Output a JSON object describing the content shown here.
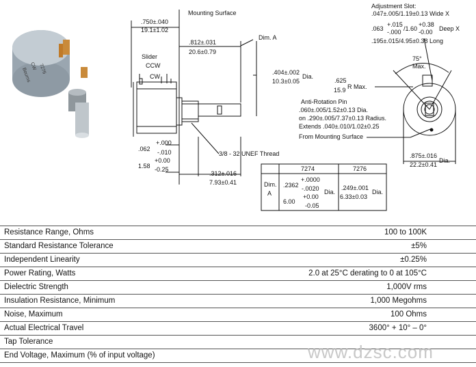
{
  "drawing": {
    "dim_750": ".750±.040",
    "dim_19": "19.1±1.02",
    "mounting_surface": "Mounting Surface",
    "dim_812": ".812±.031",
    "dim_206": "20.6±0.79",
    "dim_a": "Dim. A",
    "slider": "Slider",
    "ccw": "CCW",
    "cw": "CW",
    "dim_404": ".404±.002",
    "dim_103": "10.3±0.05",
    "dia": "Dia.",
    "dim_062": ".062",
    "tol_000": "+.000",
    "tol_010": "-.010",
    "dim_158": "1.58",
    "tol_000b": "+0.00",
    "tol_025": "-0.25",
    "thread": "3/8 - 32 UNEF Thread",
    "dim_312": ".312±.016",
    "dim_793": "7.93±0.41",
    "adj_slot": "Adjustment Slot:",
    "adj_line1": ".047±.005/1.19±0.13 Wide X",
    "adj_063": ".063",
    "adj_015": "+.015",
    "adj_000": "-.000",
    "adj_160": "/1.60",
    "adj_038": "+0.38",
    "adj_000b": "-0.00",
    "deep_x": "Deep X",
    "adj_line3": ".195±.015/4.95±0.38 Long",
    "angle": "75°",
    "max": "Max.",
    "r625": ".625",
    "r159": "15.9",
    "rmax": "R Max.",
    "arp_title": "Anti-Rotation Pin",
    "arp_line1": ".060±.005/1.52±0.13 Dia.",
    "arp_line2": "on .290±.005/7.37±0.13 Radius.",
    "arp_line3": "Extends .040±.010/1.02±0.25",
    "arp_line4": "From Mounting Surface",
    "dim_875": ".875±.016",
    "dim_222": "22.2±0.41",
    "table": {
      "col1": "7274",
      "col2": "7276",
      "rowlabel1": "Dim.",
      "rowlabel2": "A",
      "v1_main": ".2362",
      "v1_tp": "+.0000",
      "v1_tm": "-.0020",
      "v1_mm": "6.00",
      "v1_mtp": "+0.00",
      "v1_mtm": "-0.05",
      "v2_a": ".249±.001",
      "v2_b": "6.33±0.03",
      "dia": "Dia."
    },
    "pot_text1": "CW",
    "pot_text2": "7276",
    "pot_text3": "Bourns"
  },
  "specs": [
    {
      "name": "Resistance Range, Ohms",
      "value": "100 to 100K"
    },
    {
      "name": "Standard Resistance Tolerance",
      "value": "±5%"
    },
    {
      "name": "Independent Linearity",
      "value": "±0.25%"
    },
    {
      "name": "Power Rating, Watts",
      "value": "2.0 at 25°C derating to 0 at 105°C"
    },
    {
      "name": "Dielectric Strength",
      "value": "1,000V rms"
    },
    {
      "name": "Insulation Resistance, Minimum",
      "value": "1,000 Megohms"
    },
    {
      "name": "Noise, Maximum",
      "value": "100 Ohms"
    },
    {
      "name": "Actual Electrical Travel",
      "value": "3600° + 10° – 0°"
    },
    {
      "name": "Tap Tolerance",
      "value": ""
    },
    {
      "name": "End Voltage, Maximum (% of input voltage)",
      "value": ""
    }
  ],
  "watermark": "www.dzsc.com"
}
